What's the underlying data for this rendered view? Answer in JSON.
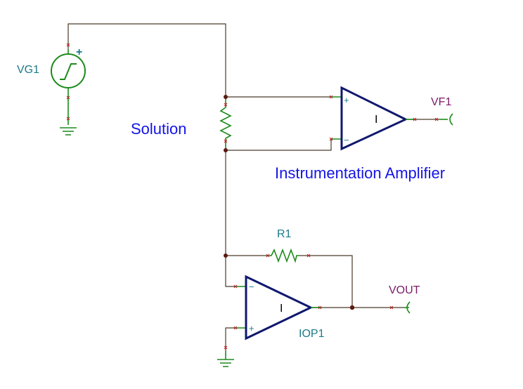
{
  "colors": {
    "wire": "#4a3a2a",
    "component": "#1c8a1c",
    "amplifier": "#10186e",
    "pin_marker": "#c02020",
    "junction": "#5a1a10",
    "label_teal": "#1a7a8a",
    "label_purple": "#7a1a6a",
    "label_blue": "#1414e6"
  },
  "source": {
    "name": "VG1",
    "polarity": "+"
  },
  "sensor": {
    "label": "Solution"
  },
  "inamp": {
    "label": "Instrumentation Amplifier",
    "symbol": "I",
    "plus": "+",
    "minus": "−"
  },
  "probe_vf1": {
    "label": "VF1"
  },
  "feedback_resistor": {
    "label": "R1"
  },
  "opamp": {
    "name": "IOP1",
    "symbol": "I",
    "plus": "+",
    "minus": "−"
  },
  "probe_vout": {
    "label": "VOUT"
  }
}
